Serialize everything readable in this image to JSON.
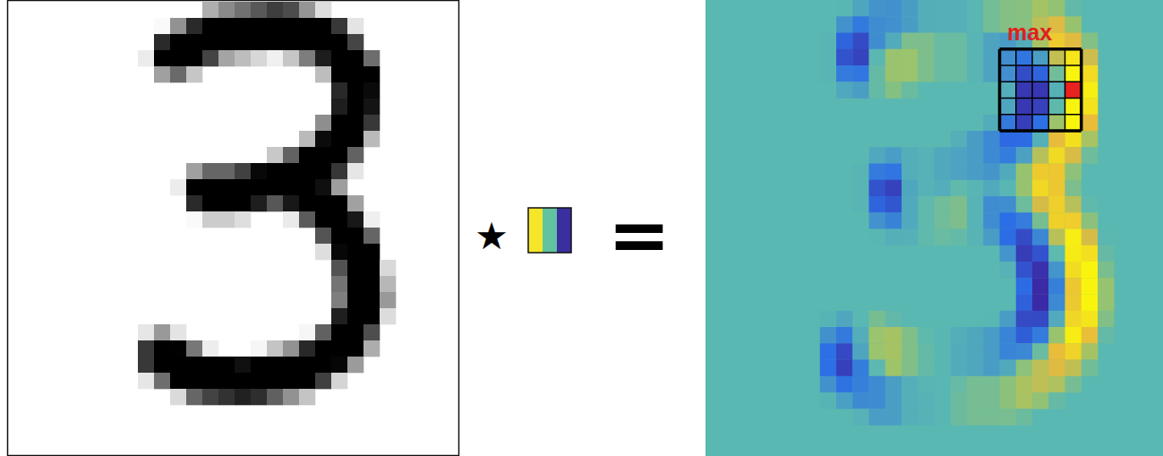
{
  "diagram": {
    "labels": [
      "★",
      "=",
      "max"
    ]
  }
}
